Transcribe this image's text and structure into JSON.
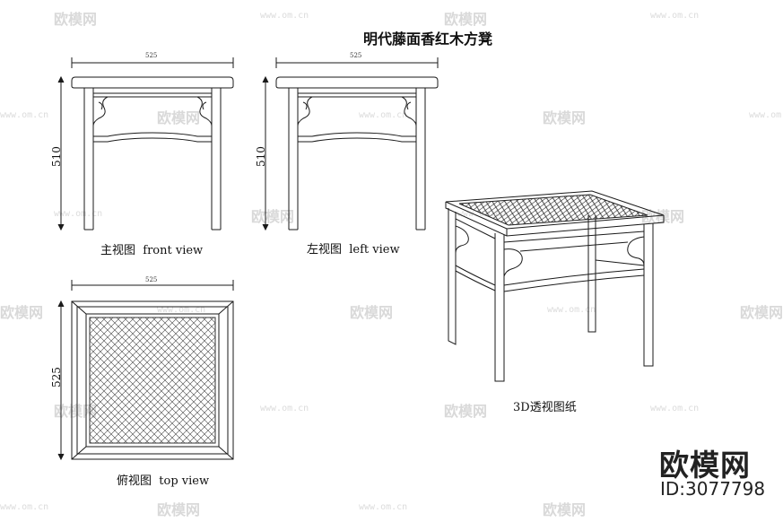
{
  "title": "明代藤面香红木方凳",
  "views": {
    "front": {
      "caption": "主视图  front view",
      "width_dim": "525",
      "height_dim": "510"
    },
    "left": {
      "caption": "左视图  left view",
      "width_dim": "525",
      "height_dim": "510"
    },
    "top": {
      "caption": "俯视图  top view",
      "width_dim": "525",
      "height_dim": "525"
    },
    "perspective": {
      "caption": "3D透视图纸"
    }
  },
  "watermark": {
    "text": "欧模网",
    "url": "www.om.cn"
  },
  "brand": {
    "name": "欧模网",
    "id": "ID:3077798"
  },
  "colors": {
    "line": "#1a1a1a",
    "watermark": "#dcdcdc",
    "background": "#ffffff"
  }
}
